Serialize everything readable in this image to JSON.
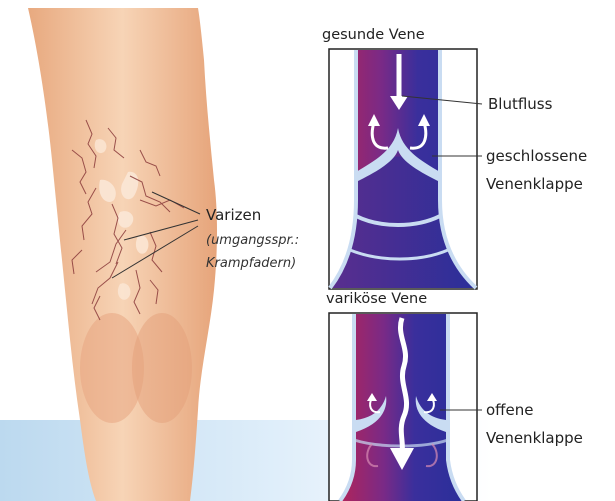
{
  "leg": {
    "varizen_label": "Varizen",
    "colloquial_line1": "(umgangsspr.:",
    "colloquial_line2": "Krampfadern)"
  },
  "healthy_vein": {
    "title": "gesunde Vene",
    "flow_label": "Blutfluss",
    "valve_label_line1": "geschlossene",
    "valve_label_line2": "Venenklappe"
  },
  "varicose_vein": {
    "title": "variköse Vene",
    "valve_label_line1": "offene",
    "valve_label_line2": "Venenklappe"
  },
  "colors": {
    "vein_red": "#b0245a",
    "vein_blue": "#2a2f9a",
    "skin": "#f2c6a3",
    "valve": "#c9dcf2",
    "accent_band": "#bcd9ef"
  }
}
